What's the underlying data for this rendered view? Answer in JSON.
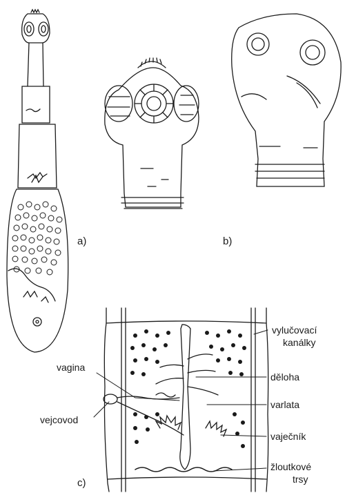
{
  "panels": {
    "a": "a)",
    "b": "b)",
    "c": "c)"
  },
  "labels": {
    "vylucovaci_1": "vylučovací",
    "vylucovaci_2": "kanálky",
    "deloha": "děloha",
    "varlata": "varlata",
    "vajecnik": "vaječník",
    "zloutkove_1": "žloutkové",
    "zloutkove_2": "trsy",
    "vagina": "vagina",
    "vejcovod": "vejcovod"
  },
  "colors": {
    "ink": "#1a1a1a",
    "background": "#ffffff"
  }
}
